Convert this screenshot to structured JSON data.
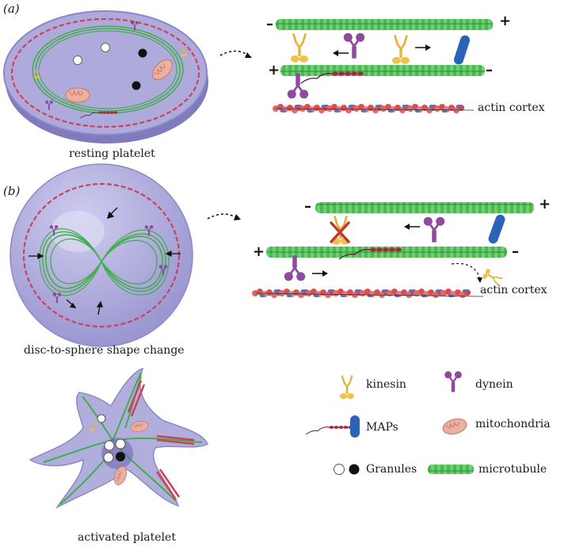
{
  "panels": {
    "a": {
      "panel_label": "(a)",
      "caption": "resting platelet",
      "cortex_label": "actin cortex",
      "top_mt_left_sign": "–",
      "top_mt_right_sign": "+",
      "bottom_mt_left_sign": "+",
      "bottom_mt_right_sign": "–"
    },
    "b": {
      "panel_label": "(b)",
      "caption": "disc-to-sphere shape change",
      "cortex_label": "actin cortex",
      "top_mt_left_sign": "–",
      "top_mt_right_sign": "+",
      "bottom_mt_left_sign": "+",
      "bottom_mt_right_sign": "–"
    },
    "c": {
      "caption": "activated platelet"
    }
  },
  "legend": {
    "kinesin": "kinesin",
    "dynein": "dynein",
    "maps": "MAPs",
    "mitochondria": "mitochondria",
    "granules": "Granules",
    "microtubule": "microtubule"
  },
  "colors": {
    "platelet_fill": "#a9a6d6",
    "platelet_rim": "#8f8bc4",
    "microtubule": "#3fae49",
    "actin": "#d9534f",
    "kinesin": "#f0c14b",
    "dynein": "#8e4a9e",
    "map": "#2a63b8",
    "mitochondria": "#e7a08f"
  }
}
